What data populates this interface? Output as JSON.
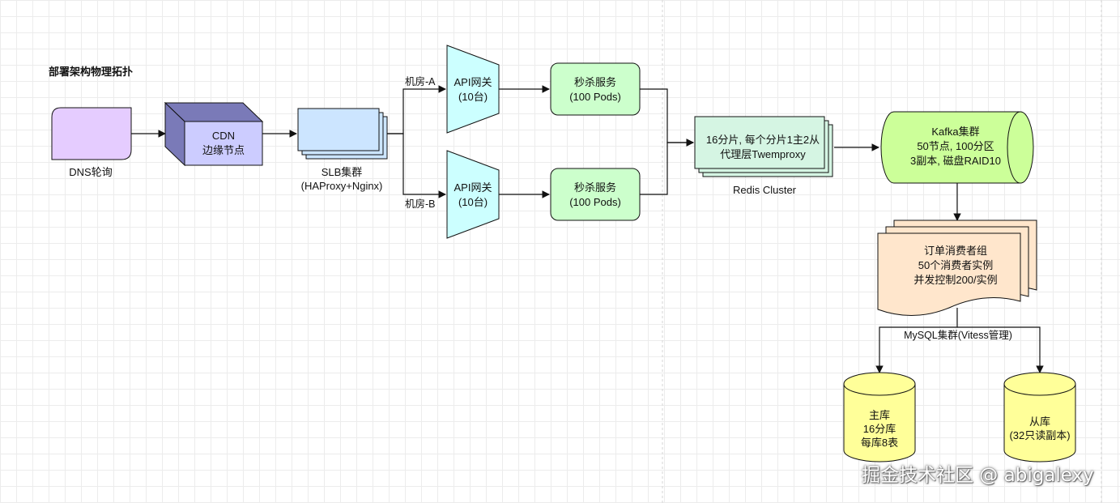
{
  "title": "部署架构物理拓扑",
  "nodes": {
    "dns": {
      "label": "DNS轮询"
    },
    "cdn": {
      "lines": [
        "CDN",
        "边缘节点"
      ]
    },
    "slb": {
      "lines": [
        "SLB集群",
        "(HAProxy+Nginx)"
      ]
    },
    "gateway_a": {
      "lines": [
        "API网关",
        "(10台)"
      ]
    },
    "gateway_b": {
      "lines": [
        "API网关",
        "(10台)"
      ]
    },
    "seckill_a": {
      "lines": [
        "秒杀服务",
        "(100 Pods)"
      ]
    },
    "seckill_b": {
      "lines": [
        "秒杀服务",
        "(100 Pods)"
      ]
    },
    "redis": {
      "lines": [
        "16分片, 每个分片1主2从",
        "代理层Twemproxy"
      ],
      "caption": "Redis Cluster"
    },
    "kafka": {
      "lines": [
        "Kafka集群",
        "50节点, 100分区",
        "3副本, 磁盘RAID10"
      ]
    },
    "consumer": {
      "lines": [
        "订单消费者组",
        "50个消费者实例",
        "并发控制200/实例"
      ]
    },
    "mysql_master": {
      "lines": [
        "主库",
        "16分库",
        "每库8表"
      ]
    },
    "mysql_slave": {
      "lines": [
        "从库",
        "(32只读副本)"
      ]
    }
  },
  "edge_labels": {
    "room_a": "机房-A",
    "room_b": "机房-B",
    "mysql": "MySQL集群(Vitess管理)"
  },
  "colors": {
    "dns": "#e5ccff",
    "cdn_front": "#ccccff",
    "cdn_side": "#7a7ab8",
    "slb": "#cce5ff",
    "gateway": "#ccffff",
    "seckill": "#ccffcc",
    "redis": "#d5f5e3",
    "kafka": "#ccff99",
    "consumer": "#ffe6cc",
    "mysql": "#ffff99"
  },
  "watermark": "掘金技术社区 @ abigalexy"
}
